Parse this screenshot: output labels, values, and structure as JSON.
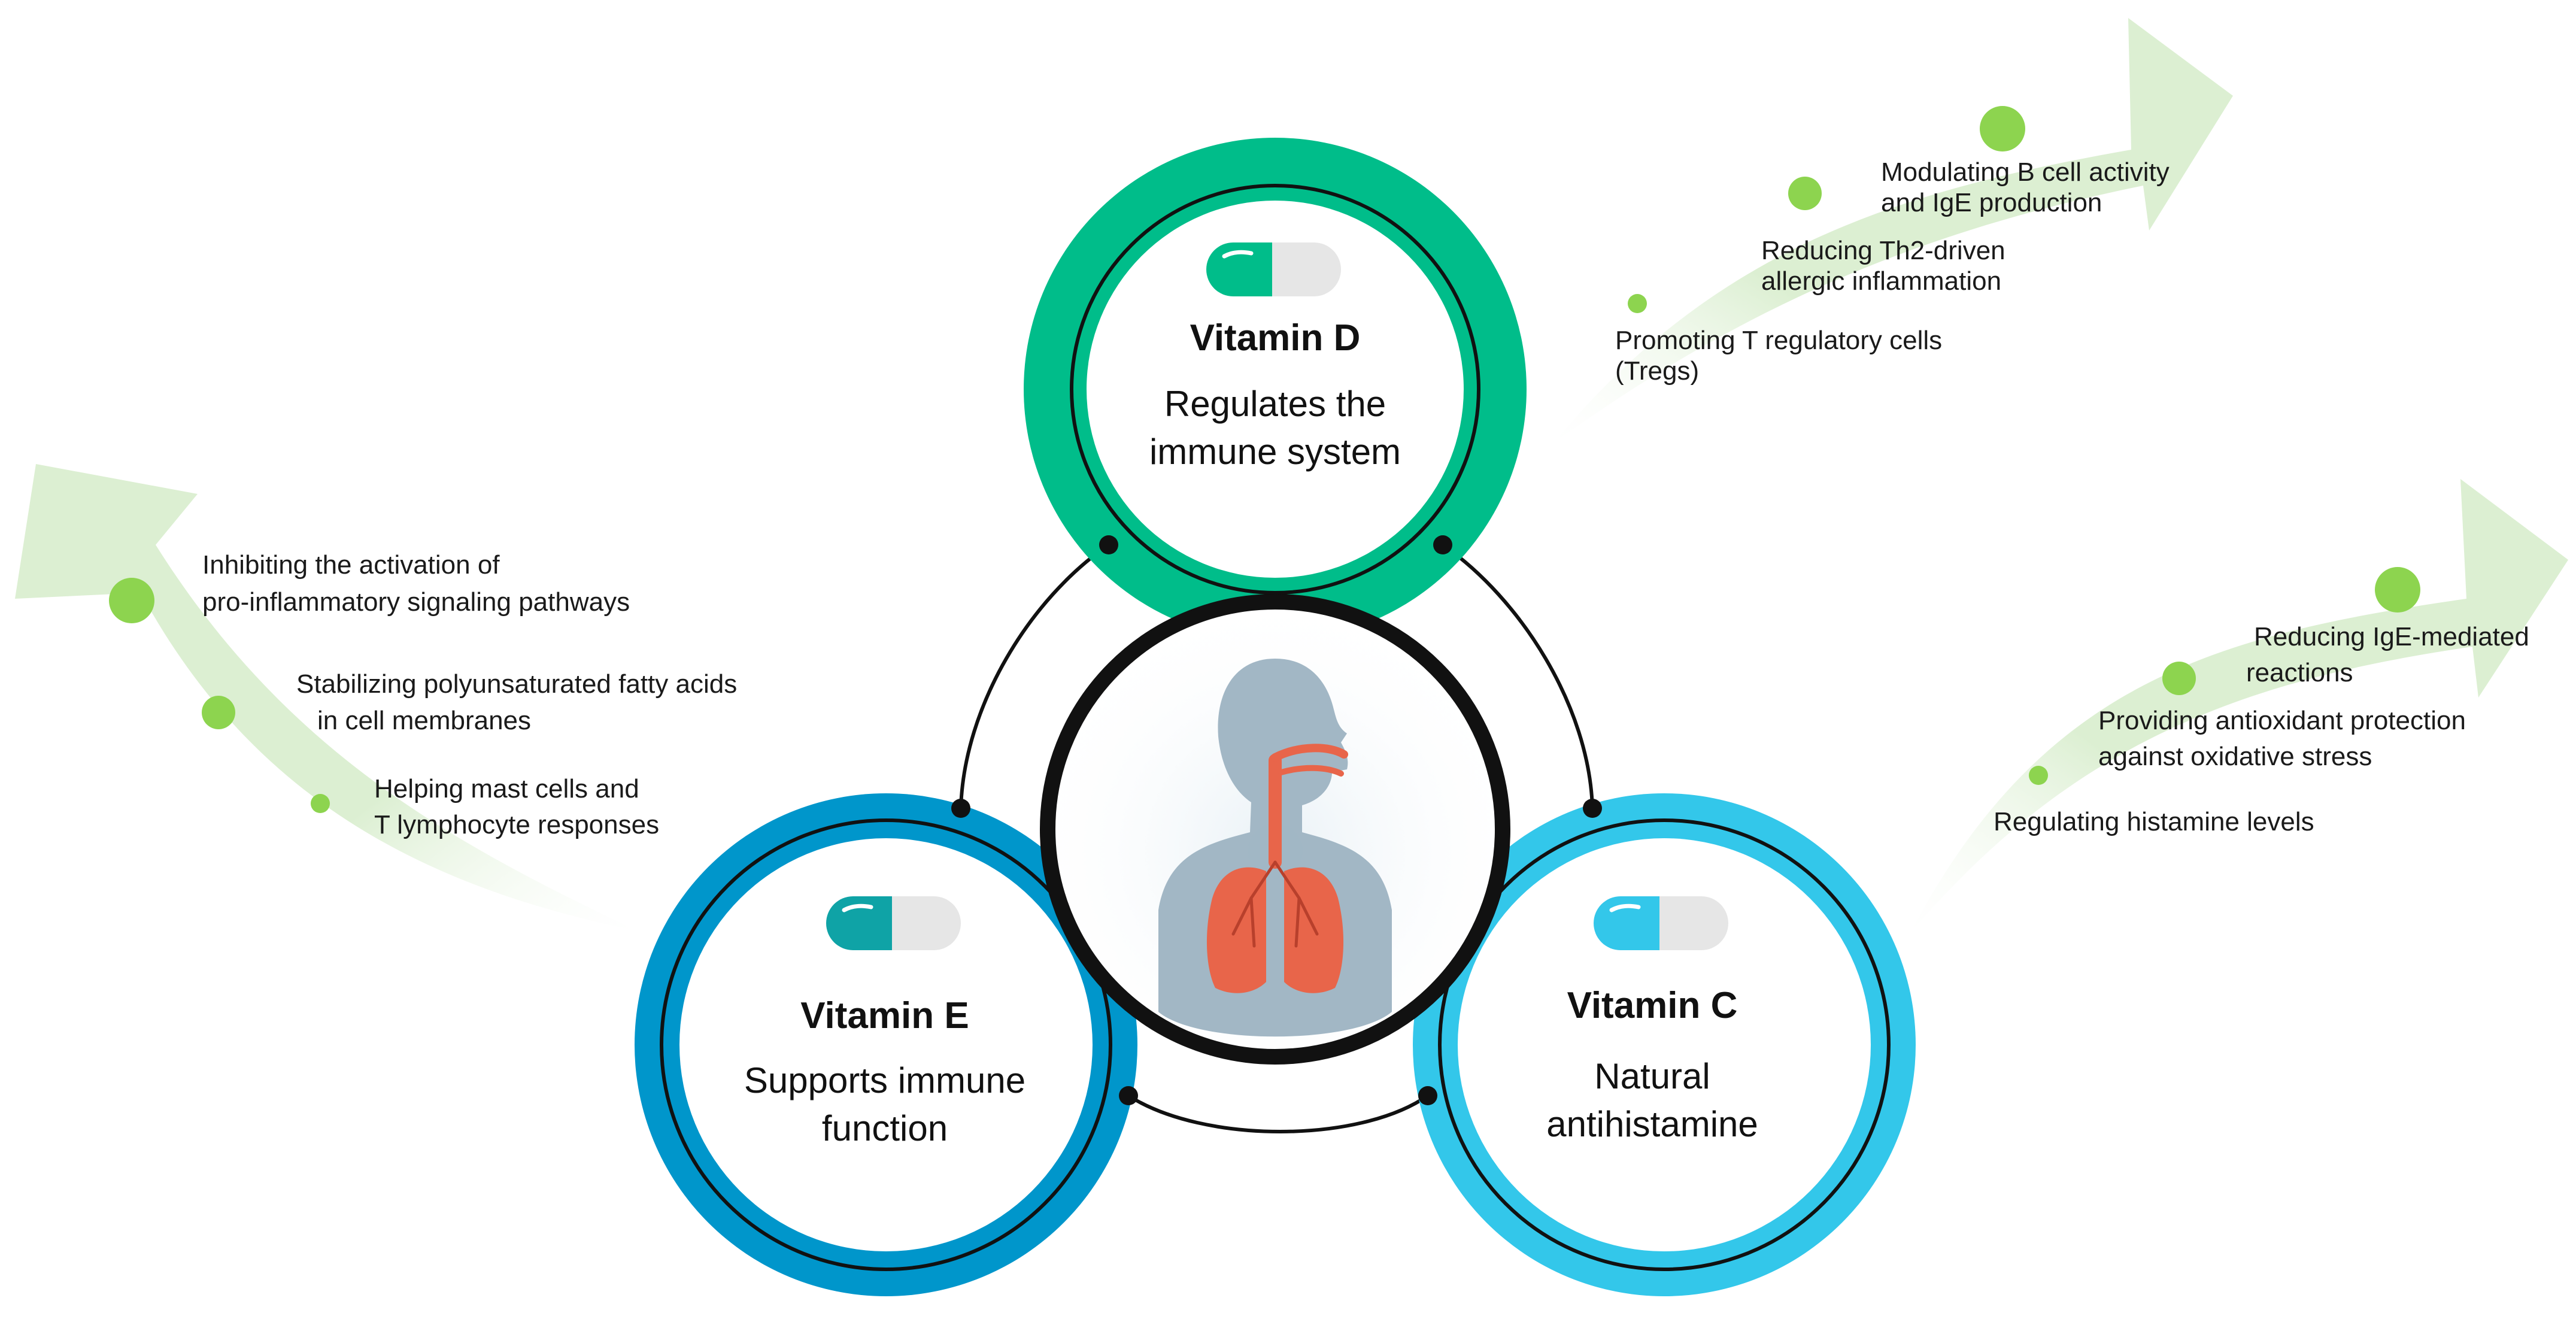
{
  "colors": {
    "vitamin_d": "#00BD8A",
    "vitamin_e": "#0096CB",
    "vitamin_c": "#33C7EA",
    "arrow": "#DCEFD2",
    "dot": "#8DD44F",
    "lung": "#E8654A",
    "body_silhouette": "#9DB3C2",
    "capsule_grey": "#E6E6E6",
    "ring": "#111111"
  },
  "vitamins": {
    "d": {
      "name": "Vitamin D",
      "line1": "Regulates the",
      "line2": "immune system",
      "benefits": [
        {
          "line1": "Modulating  B cell activity",
          "line2": "and IgE production"
        },
        {
          "line1": "Reducing Th2-driven",
          "line2": "allergic  inflammation"
        },
        {
          "line1": "Promoting T regulatory cells",
          "line2": "(Tregs)"
        }
      ]
    },
    "e": {
      "name": "Vitamin E",
      "line1": "Supports immune",
      "line2": "function",
      "benefits": [
        {
          "line1": "Inhibiting  the activation of",
          "line2": "pro-inflammatory signaling pathways"
        },
        {
          "line1": "Stabilizing polyunsaturated fatty acids",
          "line2": "in cell membranes"
        },
        {
          "line1": "Helping  mast cells and",
          "line2": "T lymphocyte responses"
        }
      ]
    },
    "c": {
      "name": "Vitamin C",
      "line1": "Natural",
      "line2": "antihistamine",
      "benefits": [
        {
          "line1": "Reducing IgE-mediated",
          "line2": "reactions"
        },
        {
          "line1": "Providing antioxidant protection",
          "line2": "against oxidative stress"
        },
        {
          "line1": "Regulating histamine levels",
          "line2": ""
        }
      ]
    }
  },
  "icons": {
    "center": "human-respiratory-icon",
    "capsule": "capsule-icon"
  }
}
